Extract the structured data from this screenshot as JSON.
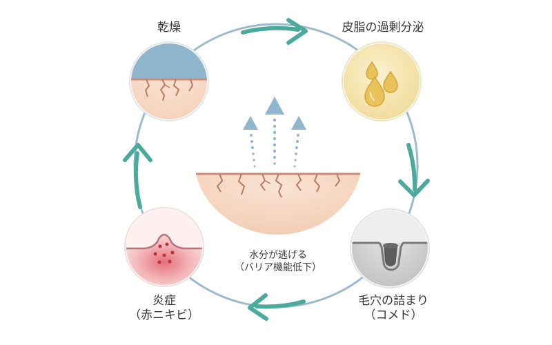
{
  "stages": [
    {
      "id": "dryness",
      "name": "乾燥",
      "sub": "",
      "icon": "cracked-dry-skin-icon"
    },
    {
      "id": "sebum",
      "name": "皮脂の過剰分泌",
      "sub": "",
      "icon": "oil-drops-icon"
    },
    {
      "id": "clog",
      "name": "毛穴の詰まり",
      "sub": "（コメド）",
      "icon": "clogged-pore-icon"
    },
    {
      "id": "inflammation",
      "name": "炎症",
      "sub": "（赤ニキビ）",
      "icon": "inflamed-pimple-icon"
    }
  ],
  "center": {
    "line1": "水分が逃げる",
    "line2": "（バリア機能低下）",
    "icon": "cracked-skin-evaporation-icon"
  },
  "colors": {
    "ring": "#9dbacd",
    "arrow": "#4aaa9c",
    "skin": "#f7dcc8",
    "skin_edge": "#c98d76",
    "crack": "#b57a64",
    "moisture": "#8fb6cc",
    "oil_bg": "#f5e6b0",
    "oil_drop": "#e0b54a",
    "pore_bg": "#c9c9c9",
    "inflame": "#e99aa0"
  }
}
